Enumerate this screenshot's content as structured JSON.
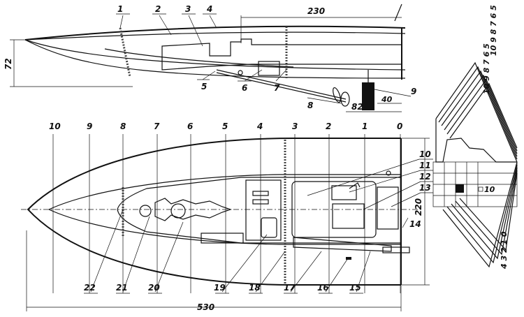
{
  "dimensions": {
    "top_length": "230",
    "height": "72",
    "prop_a": "82",
    "prop_b": "40",
    "width": "220",
    "total_length": "530"
  },
  "callouts": {
    "c1": "1",
    "c2": "2",
    "c3": "3",
    "c4": "4",
    "c5": "5",
    "c6": "6",
    "c7": "7",
    "c8": "8",
    "c9": "9",
    "c10": "10",
    "c11": "11",
    "c12": "12",
    "c13": "13",
    "c14": "14",
    "c15": "15",
    "c16": "16",
    "c17": "17",
    "c18": "18",
    "c19": "19",
    "c20": "20",
    "c21": "21",
    "c22": "22"
  },
  "stations": [
    "10",
    "9",
    "8",
    "7",
    "6",
    "5",
    "4",
    "3",
    "2",
    "1",
    "0"
  ],
  "body_plan": {
    "upper_labels": "10 9 8 7 6 5",
    "lower_labels": "4 3 2 1 0",
    "grid_marker": "10"
  }
}
